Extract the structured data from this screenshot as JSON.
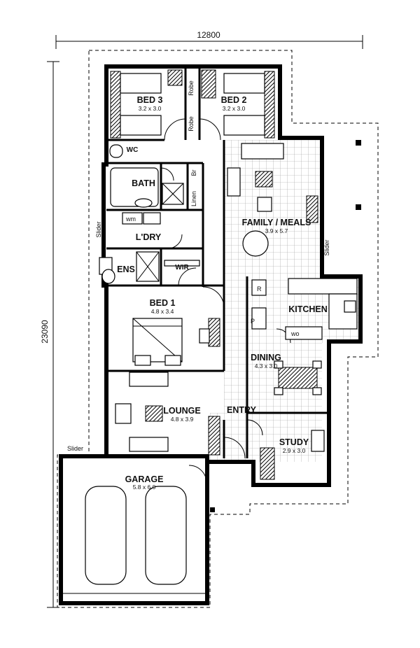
{
  "plan": {
    "overall_width": "12800",
    "overall_depth": "23090"
  },
  "rooms": {
    "bed3": {
      "name": "BED 3",
      "size": "3.2 x 3.0"
    },
    "bed2": {
      "name": "BED 2",
      "size": "3.2 x 3.0"
    },
    "family": {
      "name": "FAMILY / MEALS",
      "size": "3.9 x 5.7"
    },
    "kitchen": {
      "name": "KITCHEN"
    },
    "bed1": {
      "name": "BED 1",
      "size": "4.8 x 3.4"
    },
    "dining": {
      "name": "DINING",
      "size": "4.3 x 3.0"
    },
    "lounge": {
      "name": "LOUNGE",
      "size": "4.8 x 3.9"
    },
    "study": {
      "name": "STUDY",
      "size": "2.9 x 3.0"
    },
    "garage": {
      "name": "GARAGE",
      "size": "5.8 x 6.0"
    },
    "bath": {
      "name": "BATH"
    },
    "ldry": {
      "name": "L'DRY"
    },
    "ens": {
      "name": "ENS"
    },
    "wir": {
      "name": "WIR"
    },
    "wc": {
      "name": "WC"
    },
    "entry": {
      "name": "ENTRY"
    }
  },
  "labels": {
    "robe_top": "Robe",
    "robe_bottom": "Robe",
    "br": "Br",
    "linen": "Linen",
    "wm": "wm",
    "wo": "wo",
    "fridge": "R",
    "pantry": "P",
    "slider_ldry": "Slider",
    "slider_family": "Slider",
    "slider_garage": "Slider"
  }
}
